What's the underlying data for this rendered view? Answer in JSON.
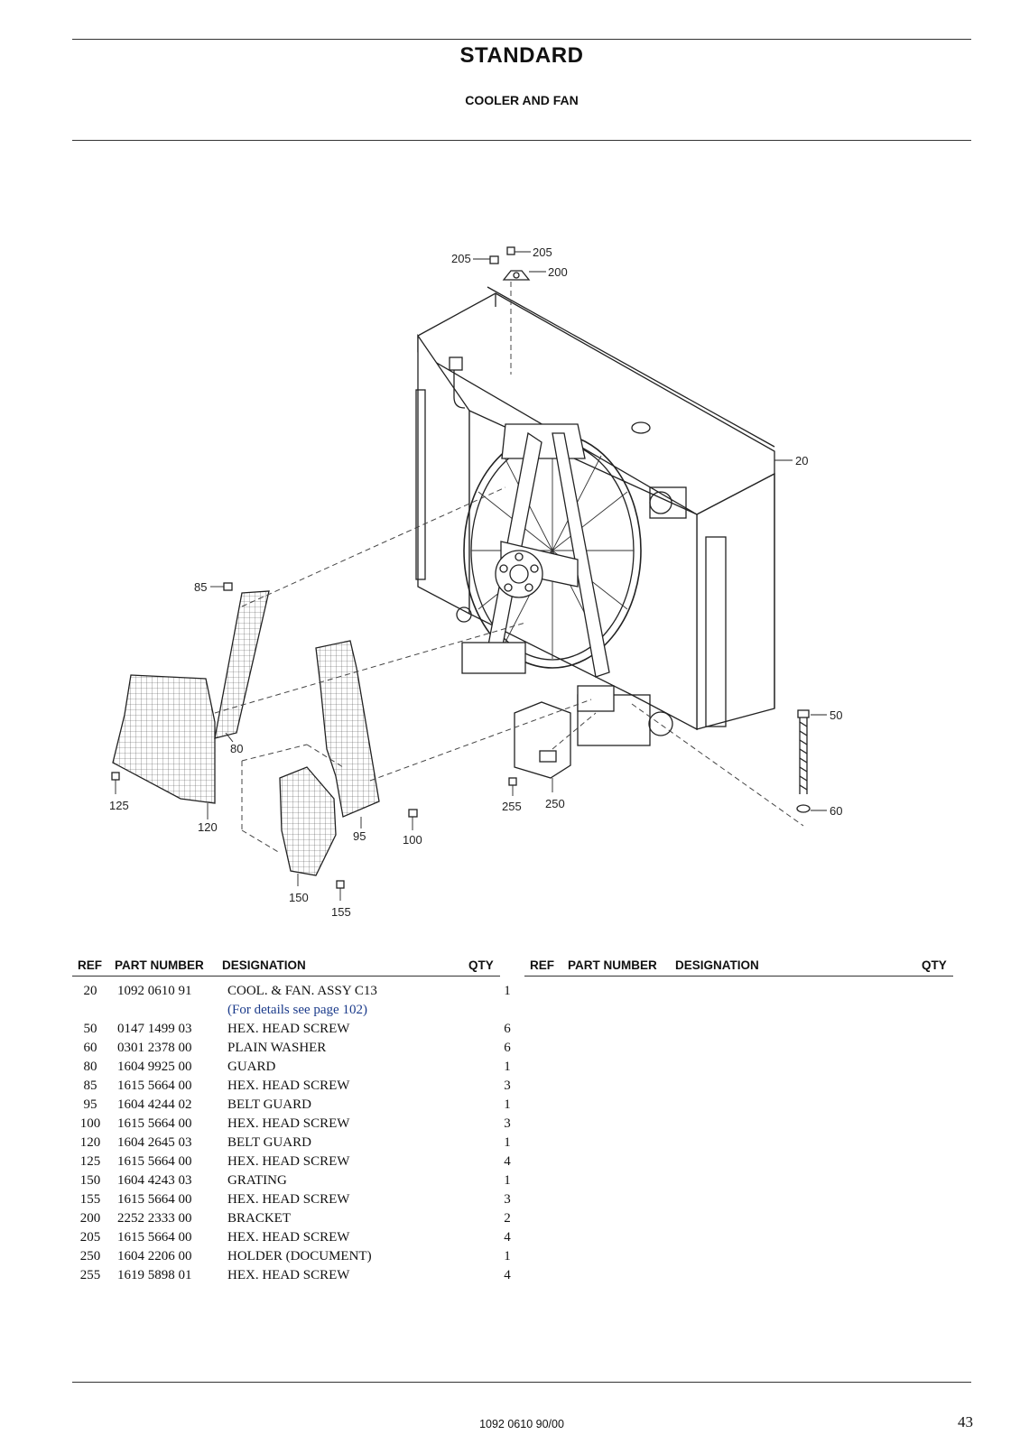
{
  "header": {
    "title": "STANDARD",
    "subtitle": "COOLER AND FAN"
  },
  "diagram": {
    "callouts": [
      "205",
      "205",
      "200",
      "20",
      "85",
      "80",
      "50",
      "60",
      "125",
      "120",
      "95",
      "100",
      "150",
      "155",
      "255",
      "250"
    ]
  },
  "table": {
    "columns": {
      "ref": "REF",
      "part_number": "PART NUMBER",
      "designation": "DESIGNATION",
      "qty": "QTY"
    },
    "rows": [
      {
        "ref": "20",
        "part_number": "1092 0610 91",
        "designation": "COOL. & FAN. ASSY C13",
        "qty": "1",
        "note": "(For details see page 102)"
      },
      {
        "ref": "50",
        "part_number": "0147 1499 03",
        "designation": "HEX. HEAD SCREW",
        "qty": "6"
      },
      {
        "ref": "60",
        "part_number": "0301 2378 00",
        "designation": "PLAIN WASHER",
        "qty": "6"
      },
      {
        "ref": "80",
        "part_number": "1604 9925 00",
        "designation": "GUARD",
        "qty": "1"
      },
      {
        "ref": "85",
        "part_number": "1615 5664 00",
        "designation": "HEX. HEAD SCREW",
        "qty": "3"
      },
      {
        "ref": "95",
        "part_number": "1604 4244 02",
        "designation": "BELT GUARD",
        "qty": "1"
      },
      {
        "ref": "100",
        "part_number": "1615 5664 00",
        "designation": "HEX. HEAD SCREW",
        "qty": "3"
      },
      {
        "ref": "120",
        "part_number": "1604 2645 03",
        "designation": "BELT GUARD",
        "qty": "1"
      },
      {
        "ref": "125",
        "part_number": "1615 5664 00",
        "designation": "HEX. HEAD SCREW",
        "qty": "4"
      },
      {
        "ref": "150",
        "part_number": "1604 4243 03",
        "designation": "GRATING",
        "qty": "1"
      },
      {
        "ref": "155",
        "part_number": "1615 5664 00",
        "designation": "HEX. HEAD SCREW",
        "qty": "3"
      },
      {
        "ref": "200",
        "part_number": "2252 2333 00",
        "designation": "BRACKET",
        "qty": "2"
      },
      {
        "ref": "205",
        "part_number": "1615 5664 00",
        "designation": "HEX. HEAD SCREW",
        "qty": "4"
      },
      {
        "ref": "250",
        "part_number": "1604 2206 00",
        "designation": "HOLDER (DOCUMENT)",
        "qty": "1"
      },
      {
        "ref": "255",
        "part_number": "1619 5898 01",
        "designation": "HEX. HEAD SCREW",
        "qty": "4"
      }
    ]
  },
  "footer": {
    "document_number": "1092 0610 90/00",
    "page_number": "43"
  }
}
